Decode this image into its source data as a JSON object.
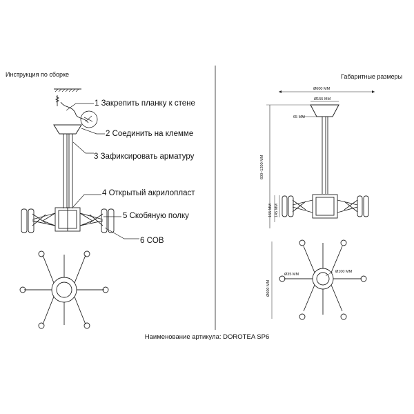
{
  "headers": {
    "assembly": "Инструкция по сборке",
    "dimensions": "Габаритные размеры"
  },
  "steps": [
    "1 Закрепить планку к стене",
    "2 Соединить на клемме",
    "3 Зафиксировать арматуру",
    "4 Открытый акрилопласт",
    "5 Скобяную полку",
    "6 COB"
  ],
  "dimensions": {
    "width": "Ø600 MM",
    "canopy": "Ø155 MM",
    "canopy_height": "65 MM",
    "height": "600~1200 MM",
    "arm_height_1": "155 MM",
    "arm_height_2": "145 MM",
    "top_diameter": "Ø600 MM",
    "lamp_diameter": "Ø35 MM",
    "hub_diameter": "Ø100 MM"
  },
  "footer": "Наименование артикула: DOROTEA SP6",
  "colors": {
    "line": "#222222",
    "background": "#ffffff"
  }
}
